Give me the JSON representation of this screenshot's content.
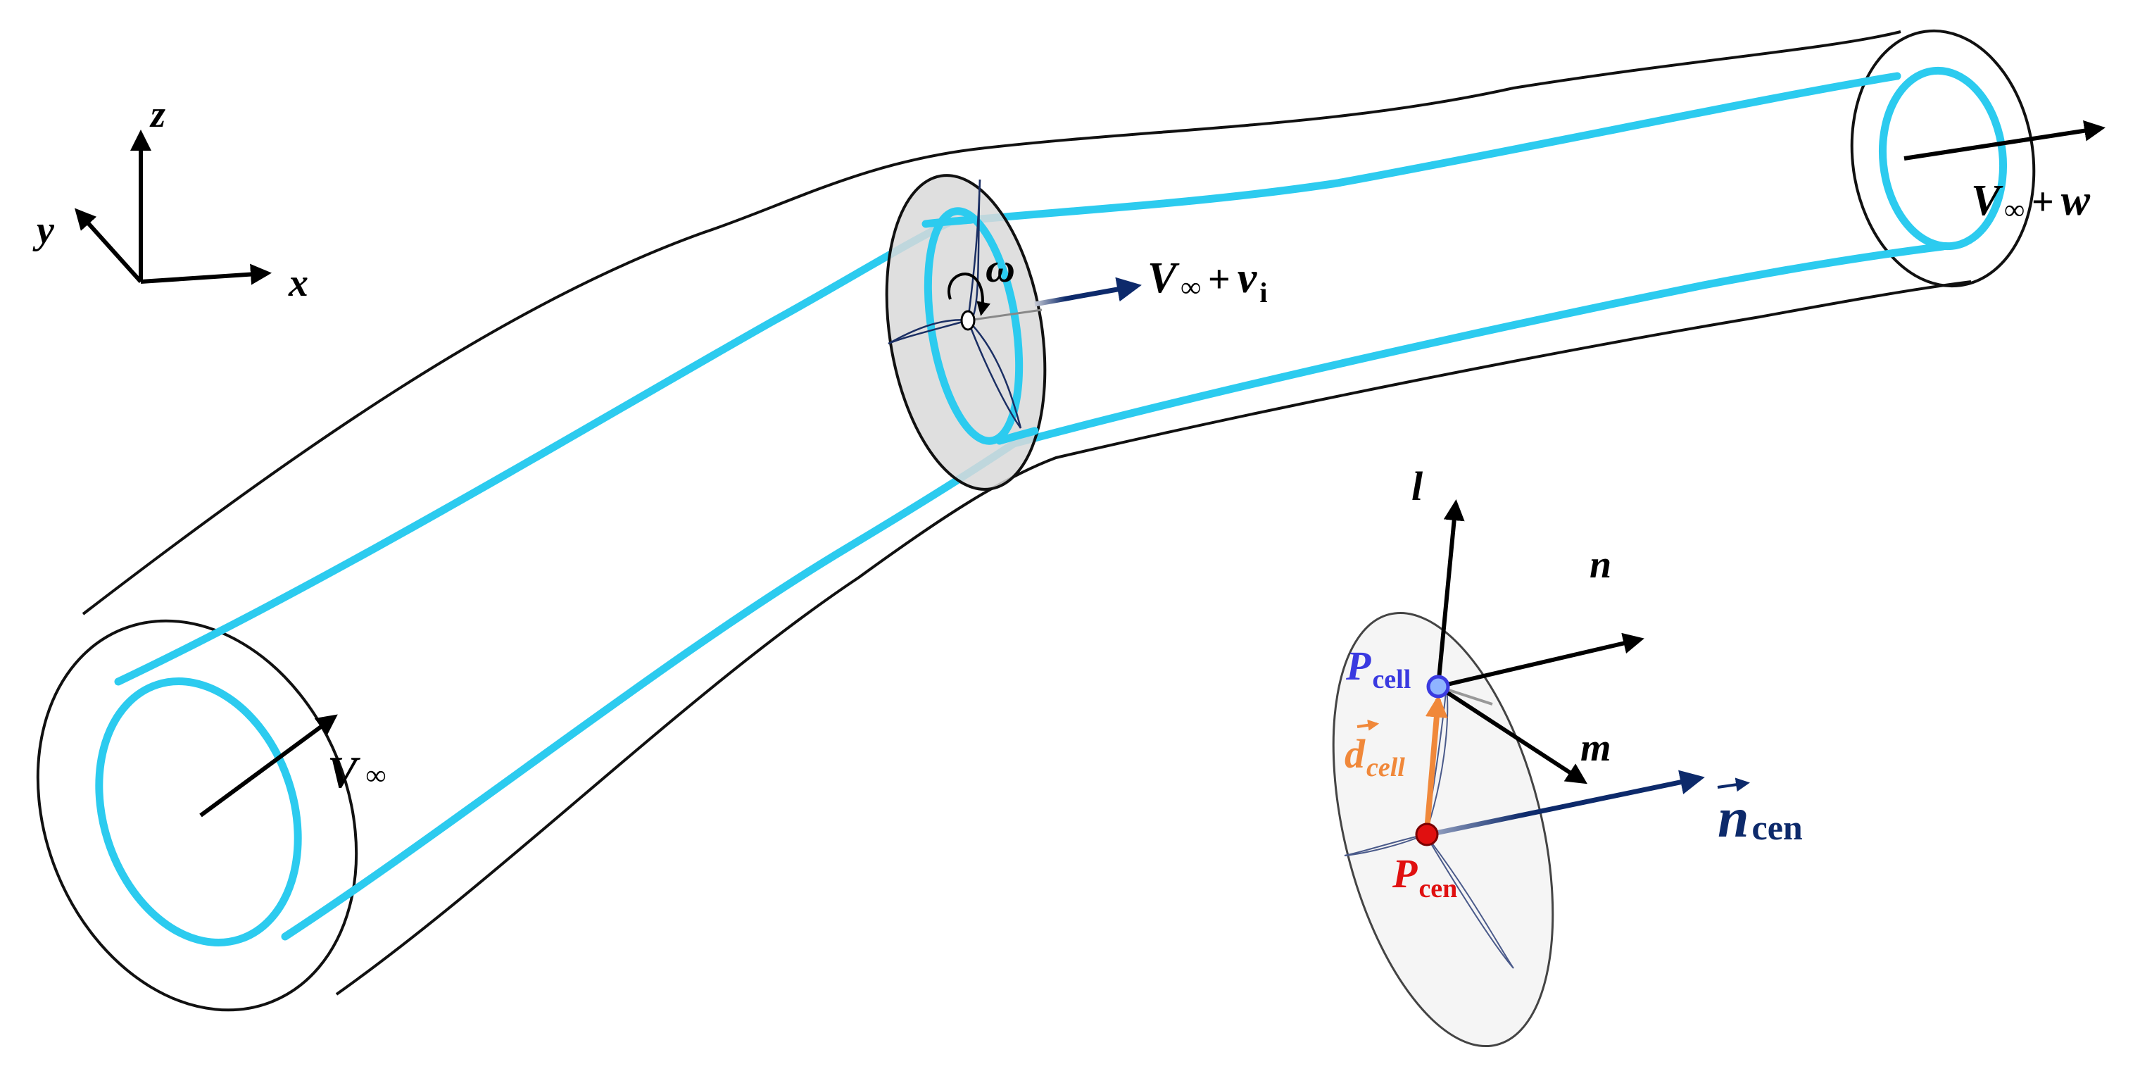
{
  "colors": {
    "stream_tube": "#2ccbef",
    "tube_outline": "#111111",
    "disk_fill": "#d9d9d9",
    "small_disk_fill": "#f5f5f5",
    "arrow_black": "#000000",
    "arrow_navy": "#0d2a6b",
    "p_cell": "#3a3ae0",
    "p_cen": "#e01010",
    "d_cell": "#f0883a"
  },
  "coord_axes": {
    "x": "x",
    "y": "y",
    "z": "z"
  },
  "inlet": {
    "V_main": "V",
    "V_sub": "∞"
  },
  "rotor": {
    "omega": "ω",
    "V_main": "V",
    "V_sub": "∞",
    "plus": "+",
    "v_main": "v",
    "v_sub": "i"
  },
  "outlet": {
    "V_main": "V",
    "V_sub": "∞",
    "plus": "+",
    "w": "w"
  },
  "local_frame": {
    "l": "l",
    "n": "n",
    "m": "m",
    "P_cell_main": "P",
    "P_cell_sub": "cell",
    "d_cell_main": "d",
    "d_cell_sub": "cell",
    "P_cen_main": "P",
    "P_cen_sub": "cen",
    "n_cen_main": "n",
    "n_cen_sub": "cen"
  }
}
